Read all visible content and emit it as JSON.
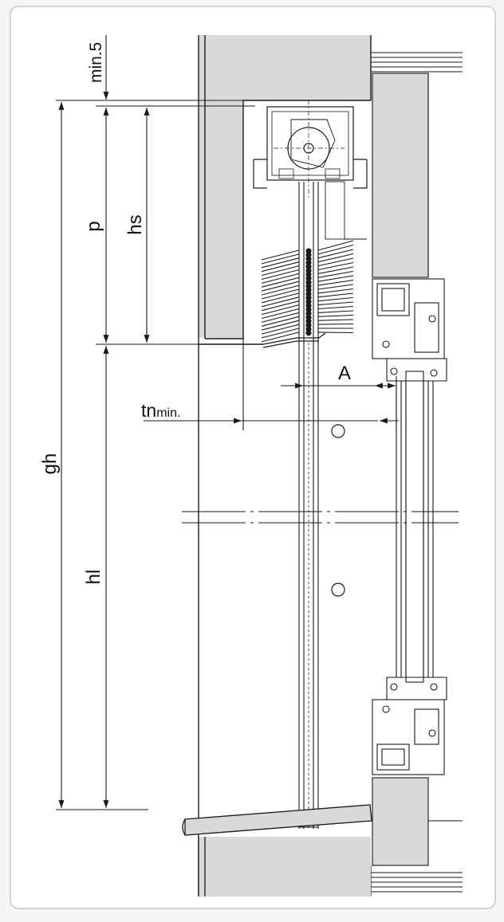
{
  "drawing": {
    "dimension_labels": {
      "min5": "min.5",
      "p": "p",
      "hs": "hs",
      "gh": "gh",
      "hl": "hl",
      "a": "A",
      "tn_main": "tn",
      "tn_sub": "min."
    },
    "colors": {
      "frame_border": "#c8c8c8",
      "card_fill": "#ffffff",
      "wall_fill": "#d9d9d9",
      "line": "#1a1a1a"
    }
  }
}
